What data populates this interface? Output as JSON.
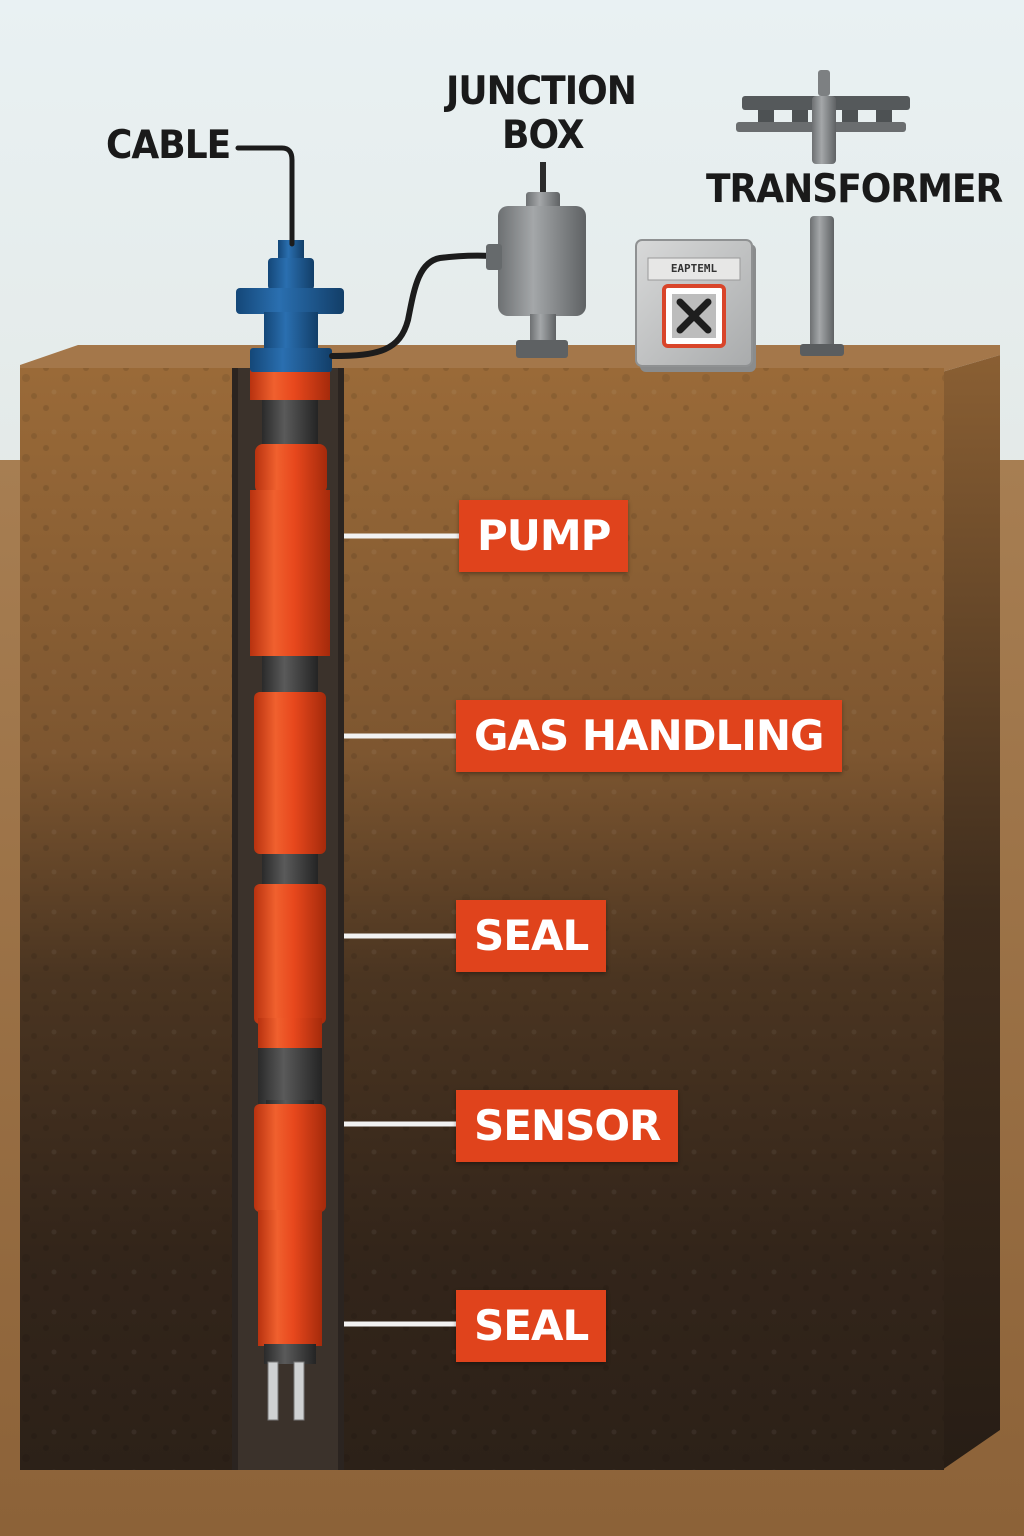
{
  "labels": {
    "cable": "CABLE",
    "junction_box_line1": "JUNCTION",
    "junction_box_line2": "BOX",
    "transformer": "TRANSFORMER",
    "box_sign": "EAPTEML"
  },
  "components": [
    {
      "label": "PUMP"
    },
    {
      "label": "GAS HANDLING"
    },
    {
      "label": "SEAL"
    },
    {
      "label": "SENSOR"
    },
    {
      "label": "SEAL"
    }
  ],
  "colors": {
    "accent_orange": "#e0431c",
    "wellhead_blue": "#1f5f9c",
    "soil_top": "#9a6a38",
    "soil_bottom": "#3a2a1c",
    "sky": "#dfe8ea",
    "metal_gray": "#8a8d8f"
  }
}
